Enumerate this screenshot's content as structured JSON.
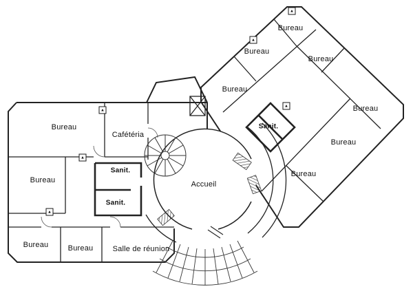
{
  "rooms": {
    "bureau_nw": "Bureau",
    "cafeteria": "Cafétéria",
    "bureau_w": "Bureau",
    "sanit_upper": "Sanit.",
    "sanit_lower": "Sanit.",
    "bureau_sw": "Bureau",
    "bureau_s": "Bureau",
    "salle_reunion": "Salle de réunion",
    "accueil": "Accueil",
    "bureau_top": "Bureau",
    "bureau_ne_upper": "Bureau",
    "bureau_ne_right": "Bureau",
    "bureau_e_upper": "Bureau",
    "bureau_e_right": "Bureau",
    "sanit_east": "Sanit.",
    "bureau_e_lower": "Bureau",
    "bureau_se": "Bureau"
  },
  "colors": {
    "wall": "#222222",
    "background": "#ffffff",
    "text": "#111111"
  }
}
